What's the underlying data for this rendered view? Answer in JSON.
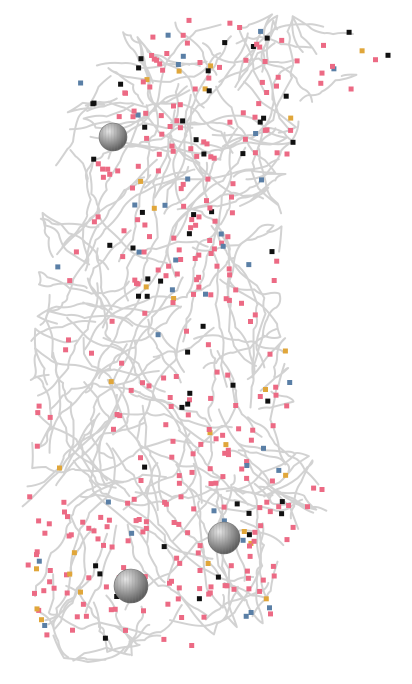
{
  "map": {
    "style": {
      "background": "#ffffff",
      "road_color": "#d2d2d2",
      "sphere_color": "#9a9a9a"
    },
    "marker_categories": [
      {
        "id": "pink",
        "color": "#ec6a84",
        "share": 0.72
      },
      {
        "id": "black",
        "color": "#111111",
        "share": 0.14
      },
      {
        "id": "blue",
        "color": "#5a7fa6",
        "share": 0.07
      },
      {
        "id": "orange",
        "color": "#e0a63a",
        "share": 0.07
      }
    ],
    "spheres": [
      {
        "id": "sphere-north-west"
      },
      {
        "id": "sphere-south-east"
      },
      {
        "id": "sphere-south-west"
      }
    ]
  }
}
